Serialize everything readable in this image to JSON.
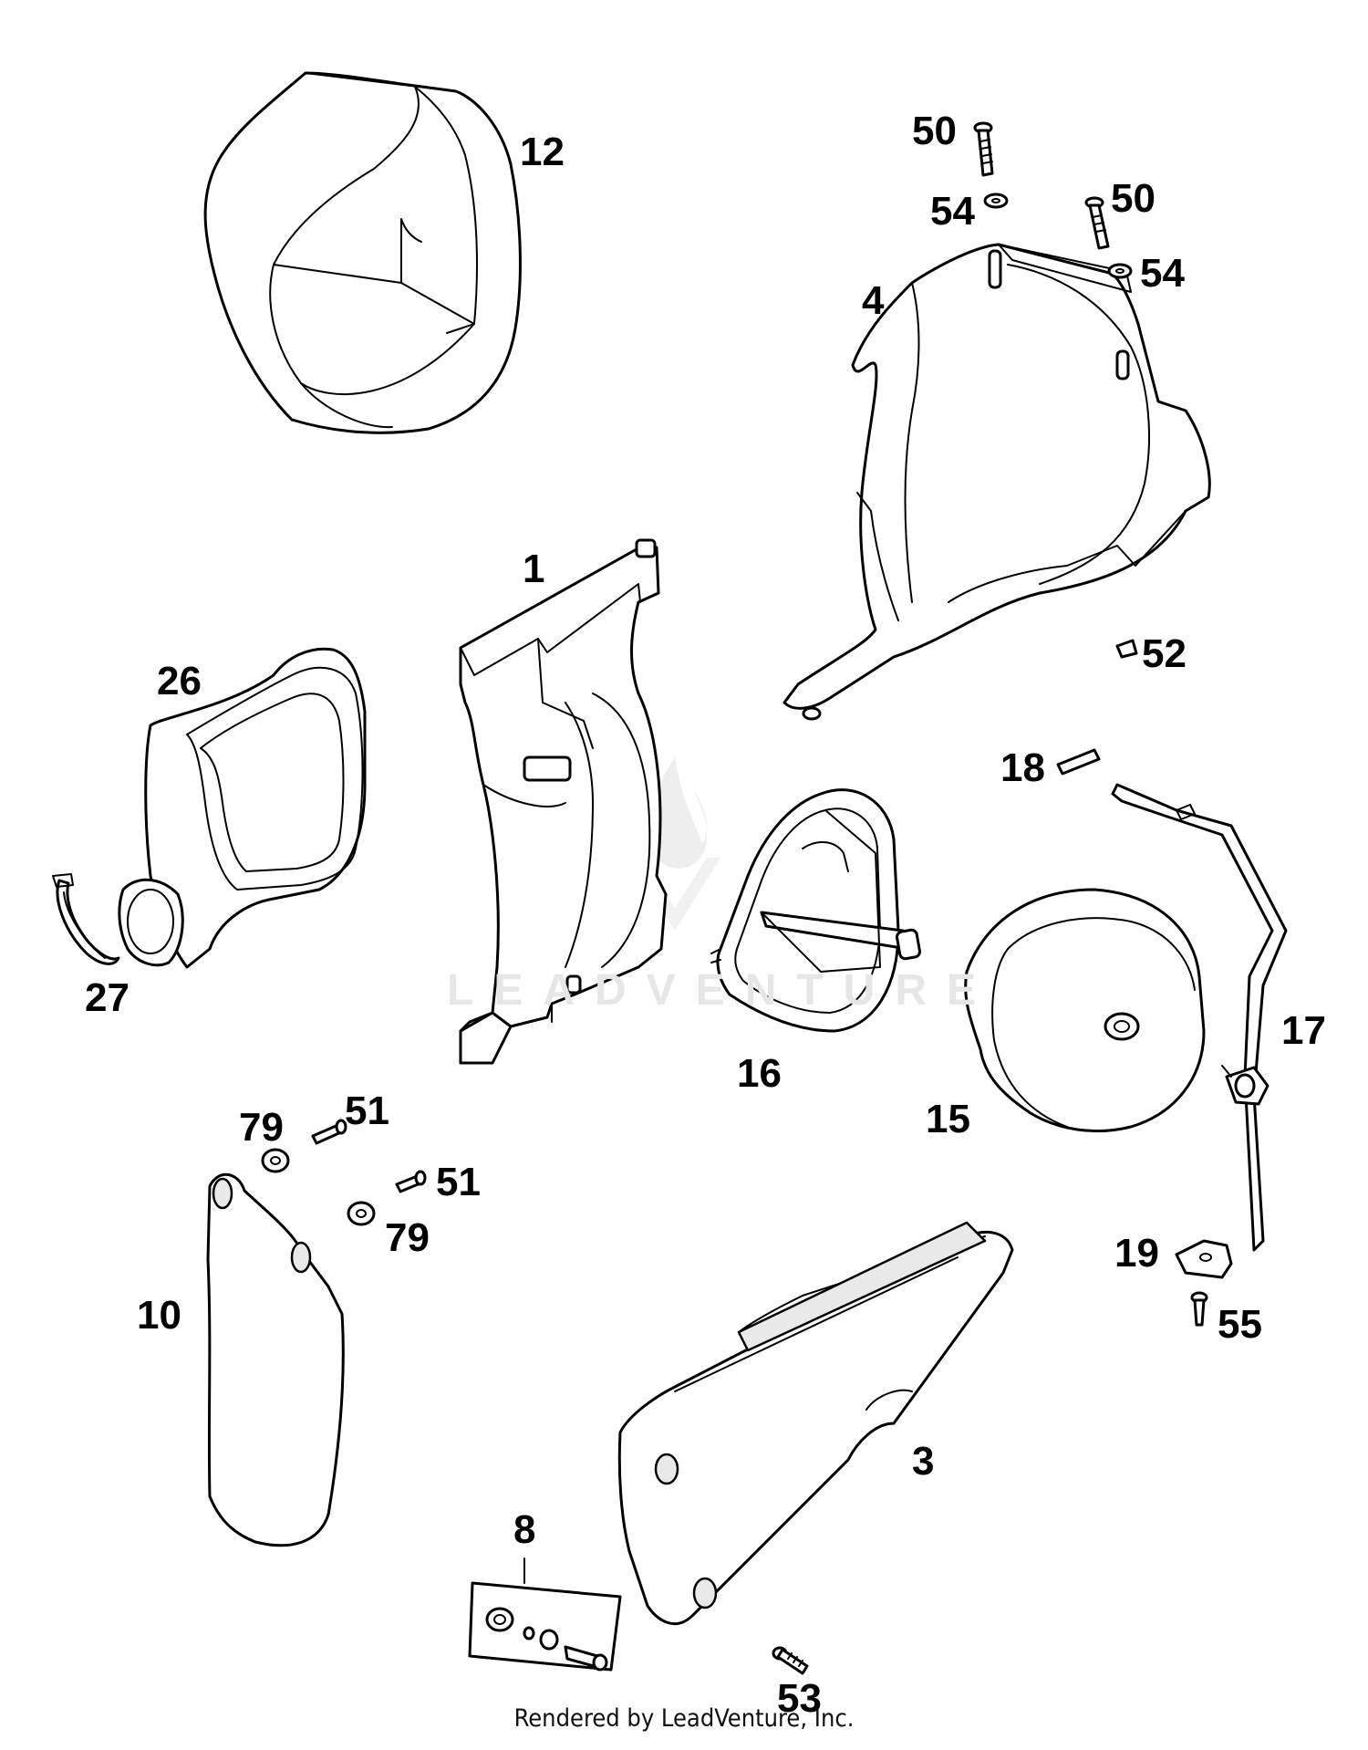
{
  "diagram": {
    "watermark": "LEADVENTURE",
    "footer": "Rendered by LeadVenture, Inc.",
    "callouts": {
      "p12": "12",
      "p50a": "50",
      "p54a": "54",
      "p50b": "50",
      "p54b": "54",
      "p4": "4",
      "p1": "1",
      "p26": "26",
      "p52": "52",
      "p18": "18",
      "p27": "27",
      "p17": "17",
      "p16": "16",
      "p15": "15",
      "p79a": "79",
      "p51a": "51",
      "p51b": "51",
      "p79b": "79",
      "p19": "19",
      "p10": "10",
      "p55": "55",
      "p3": "3",
      "p8": "8",
      "p53": "53"
    }
  }
}
